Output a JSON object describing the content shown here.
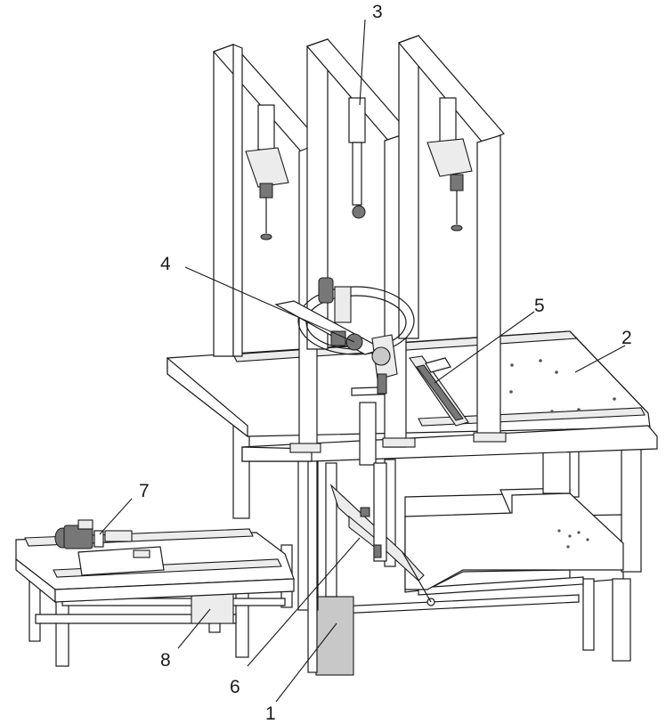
{
  "figure": {
    "labels": [
      "1",
      "2",
      "3",
      "4",
      "5",
      "6",
      "7",
      "8"
    ],
    "line_color": "#1a1a1a",
    "background": "#ffffff"
  }
}
